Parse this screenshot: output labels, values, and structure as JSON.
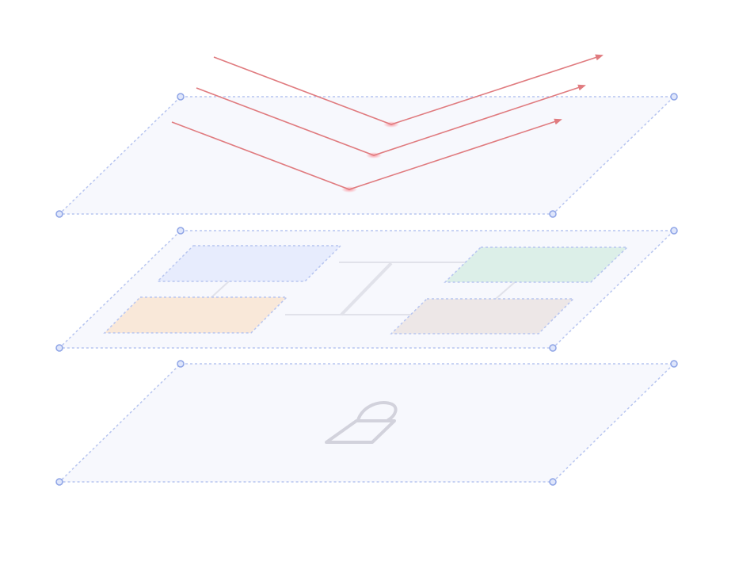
{
  "colors": {
    "background": "#ffffff",
    "layer_fill": "#f7f8fd",
    "layer_stroke": "#b7c5f0",
    "vertex_fill": "#dfe6fb",
    "vertex_stroke": "#8ea4e6",
    "ray": "#e07b7f",
    "ray_glow": "#ff6e78",
    "block_blue": "#e7ecfd",
    "block_green": "#dcefe8",
    "block_orange": "#f9e8d9",
    "block_taupe": "#ede7e7",
    "connector": "#e1e2ea",
    "lock": "#d2d2dc"
  },
  "layers": [
    {
      "name": "top-layer",
      "content": "reflected-rays"
    },
    {
      "name": "middle-layer",
      "content": "connected-blocks"
    },
    {
      "name": "bottom-layer",
      "content": "lock-icon"
    }
  ],
  "rays": [
    {
      "name": "ray-1"
    },
    {
      "name": "ray-2"
    },
    {
      "name": "ray-3"
    }
  ],
  "blocks": [
    {
      "name": "block-blue",
      "color_key": "block_blue"
    },
    {
      "name": "block-orange",
      "color_key": "block_orange"
    },
    {
      "name": "block-green",
      "color_key": "block_green"
    },
    {
      "name": "block-taupe",
      "color_key": "block_taupe"
    }
  ],
  "icons": {
    "bottom_layer_icon": "lock-icon"
  }
}
